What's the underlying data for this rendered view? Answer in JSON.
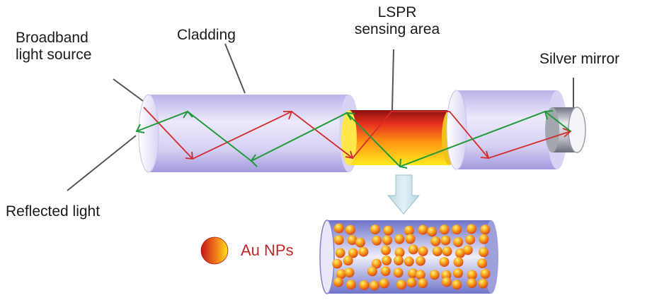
{
  "labels": {
    "broadband_line1": "Broadband",
    "broadband_line2": "light source",
    "cladding": "Cladding",
    "lspr_line1": "LSPR",
    "lspr_line2": "sensing area",
    "silver_mirror": "Silver mirror",
    "reflected_light": "Reflected light",
    "au_nps": "Au NPs"
  },
  "colors": {
    "cladding": "#cfcbf0",
    "lspr_top": "#e8301e",
    "lspr_bottom": "#ffe21a",
    "incident_ray": "#d42a2a",
    "reflected_ray": "#1f9a3a",
    "mirror": "#8a8f99",
    "arrow": "#cfe6ee",
    "nanoparticle": "#f08a1c"
  },
  "icons": {
    "down_arrow": "down-arrow-icon",
    "nanoparticle": "nanoparticle-icon"
  }
}
